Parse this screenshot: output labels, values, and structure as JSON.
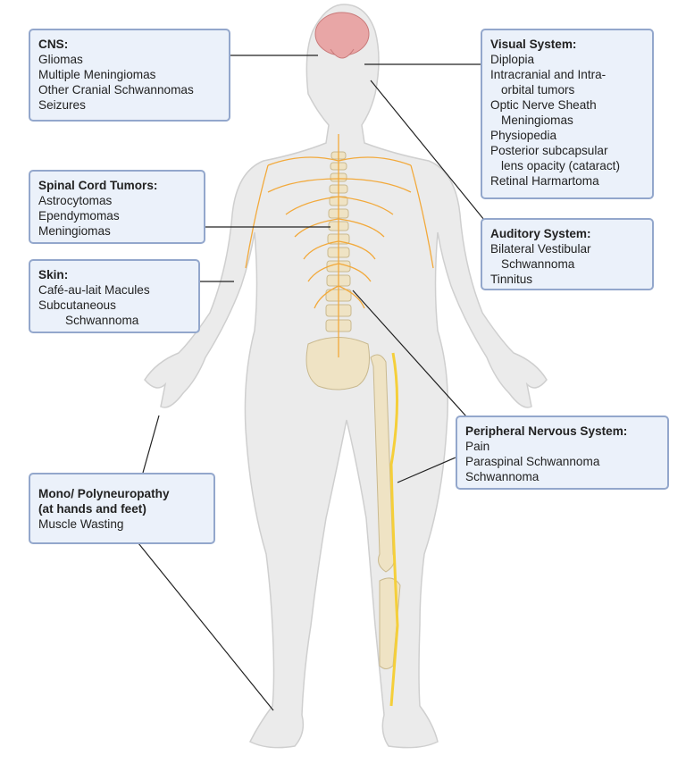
{
  "boxes": {
    "cns": {
      "title": "CNS:",
      "items": [
        "Gliomas",
        "Multiple Meningiomas",
        "Other Cranial Schwannomas",
        "Seizures"
      ]
    },
    "spinal": {
      "title": "Spinal Cord Tumors:",
      "items": [
        "Astrocytomas",
        "Ependymomas",
        "Meningiomas"
      ]
    },
    "skin": {
      "title": "Skin:",
      "items": [
        "Café-au-lait Macules",
        "Subcutaneous",
        "Schwannoma"
      ]
    },
    "mono": {
      "title": "Mono/ Polyneuropathy",
      "title2": "(at hands and feet)",
      "items": [
        "Muscle Wasting"
      ]
    },
    "visual": {
      "title": "Visual System:",
      "items": [
        "Diplopia",
        "Intracranial and Intra-",
        "orbital tumors",
        "Optic Nerve Sheath",
        "Meningiomas",
        "Physiopedia",
        "Posterior subcapsular",
        "lens opacity (cataract)",
        "Retinal Harmartoma"
      ]
    },
    "auditory": {
      "title": "Auditory System:",
      "items": [
        "Bilateral Vestibular",
        "Schwannoma",
        "Tinnitus"
      ]
    },
    "pns": {
      "title": "Peripheral Nervous System:",
      "items": [
        "Pain",
        "Paraspinal Schwannoma",
        "Schwannoma"
      ]
    }
  },
  "colors": {
    "box_bg": "#ebf1fa",
    "box_border": "#93a7cc",
    "nerve": "#f2a93b",
    "body": "#e9e9e9",
    "brain": "#e6a0a0",
    "bone": "#efe3c4"
  }
}
